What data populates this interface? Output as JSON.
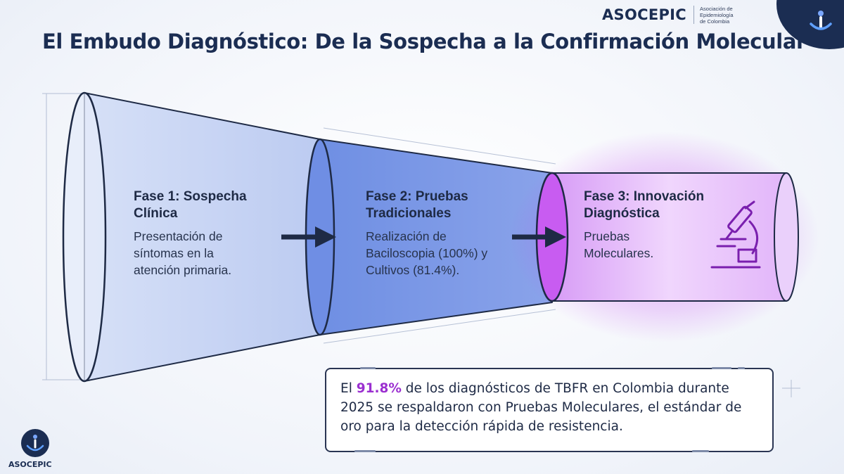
{
  "title": "El Embudo Diagnóstico: De la Sospecha a la Confirmación Molecular",
  "brand": {
    "name": "ASOCEPIC",
    "subtitle_line1": "Asociación de",
    "subtitle_line2": "Epidemiología",
    "subtitle_line3": "de Colombia"
  },
  "phases": [
    {
      "title_line1": "Fase 1: Sospecha",
      "title_line2": "Clínica",
      "desc_line1": "Presentación de",
      "desc_line2": "síntomas en la",
      "desc_line3": "atención primaria."
    },
    {
      "title_line1": "Fase 2: Pruebas",
      "title_line2": "Tradicionales",
      "desc_line1": "Realización de",
      "desc_line2": "Baciloscopia (100%) y",
      "desc_line3": "Cultivos (81.4%)."
    },
    {
      "title_line1": "Fase 3: Innovación",
      "title_line2": "Diagnóstica",
      "desc_line1": "Pruebas",
      "desc_line2": "Moleculares.",
      "desc_line3": ""
    }
  ],
  "callout": {
    "line1_prefix": "El ",
    "highlight": "91.8%",
    "line1_suffix": " de los diagnósticos de TBFR en Colombia durante",
    "line2": "2025 se respaldaron con Pruebas Moleculares, el estándar de",
    "line3": "oro para la detección rápida de resistencia."
  },
  "footer": {
    "name": "ASOCEPIC"
  },
  "colors": {
    "navy": "#1b2d52",
    "phase1_fill": "#c9d6f5",
    "phase2_fill": "#7f9ce8",
    "phase3_glow": "#c044f0",
    "highlight": "#9b2fd0"
  },
  "icons": {
    "microscope": "microscope-icon",
    "arrow": "arrow-right-icon",
    "logo": "asocepic-logo-icon"
  }
}
